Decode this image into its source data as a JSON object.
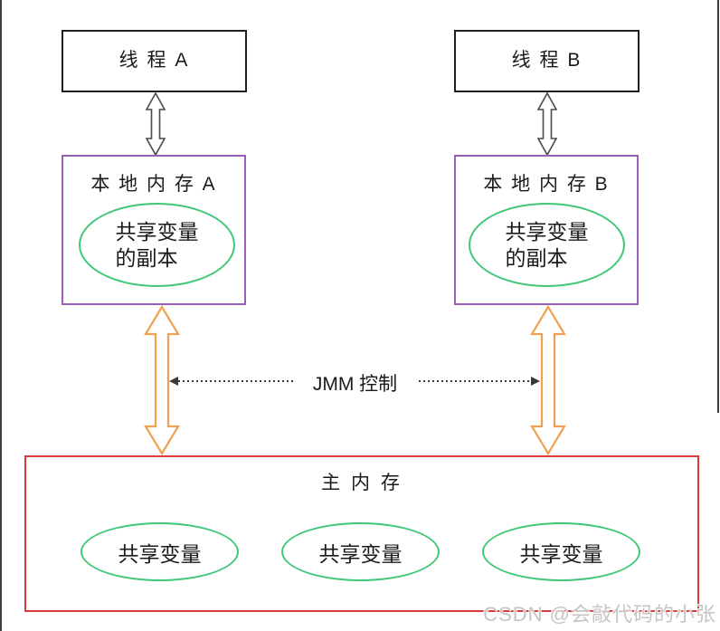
{
  "colors": {
    "box_border": "#1f1f1f",
    "local_memory_border": "#9a5fb5",
    "shared_var_ellipse": "#3fc878",
    "memory_arrow": "#f0a052",
    "main_memory_border": "#dc3b3b",
    "thread_arrow_outline": "#4a4a4a",
    "jmm_dotted_line": "#3a3a3a",
    "watermark_color": "#c5c5c5"
  },
  "threads": {
    "a": {
      "label": "线 程 A"
    },
    "b": {
      "label": "线 程 B"
    }
  },
  "local_memory": {
    "a": {
      "title": "本 地 内 存 A",
      "copy_line1": "共享变量",
      "copy_line2": "的副本"
    },
    "b": {
      "title": "本 地 内 存 B",
      "copy_line1": "共享变量",
      "copy_line2": "的副本"
    }
  },
  "jmm": {
    "label": "JMM 控制"
  },
  "main_memory": {
    "title": "主 内 存",
    "shared_vars": [
      "共享变量",
      "共享变量",
      "共享变量"
    ]
  },
  "watermark": {
    "text": "CSDN @会敲代码的小张"
  }
}
